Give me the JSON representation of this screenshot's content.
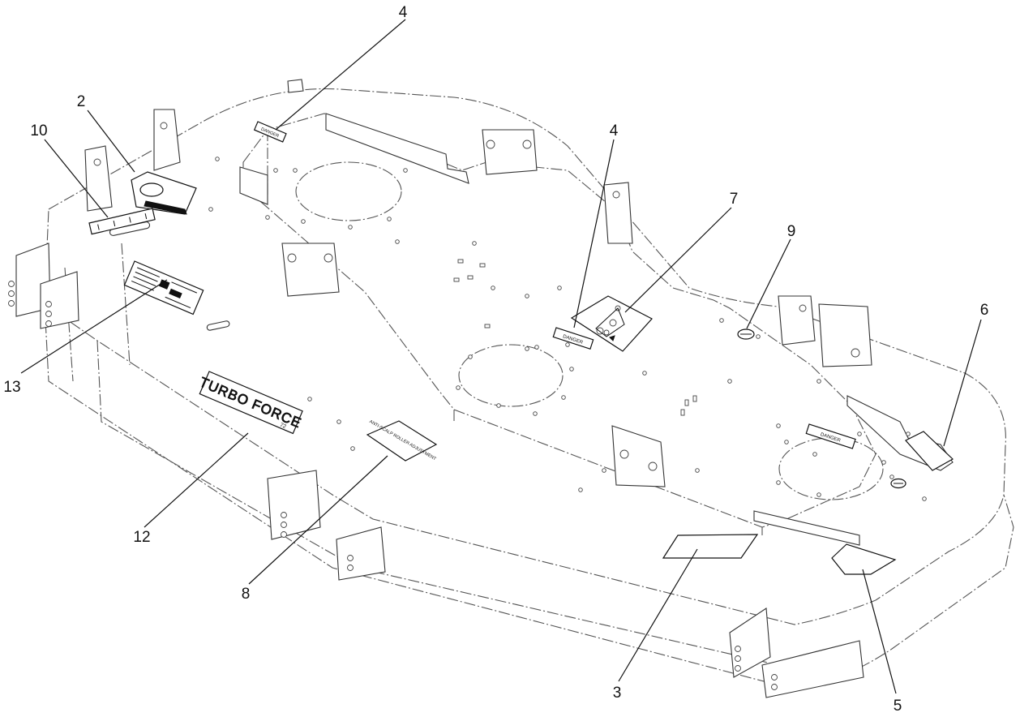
{
  "callouts": [
    {
      "id": "c4a",
      "label": "4"
    },
    {
      "id": "c2",
      "label": "2"
    },
    {
      "id": "c10",
      "label": "10"
    },
    {
      "id": "c4b",
      "label": "4"
    },
    {
      "id": "c7",
      "label": "7"
    },
    {
      "id": "c9",
      "label": "9"
    },
    {
      "id": "c6",
      "label": "6"
    },
    {
      "id": "c13",
      "label": "13"
    },
    {
      "id": "c12",
      "label": "12"
    },
    {
      "id": "c8",
      "label": "8"
    },
    {
      "id": "c3",
      "label": "3"
    },
    {
      "id": "c5",
      "label": "5"
    }
  ],
  "decals": {
    "danger_1": "DANGER",
    "danger_2": "DANGER",
    "danger_3": "DANGER",
    "anti_scalp": "ANTI-SCALP ROLLER ADJUSTMENT",
    "logo_text": "TURBO FORCE",
    "logo_size": "72"
  }
}
